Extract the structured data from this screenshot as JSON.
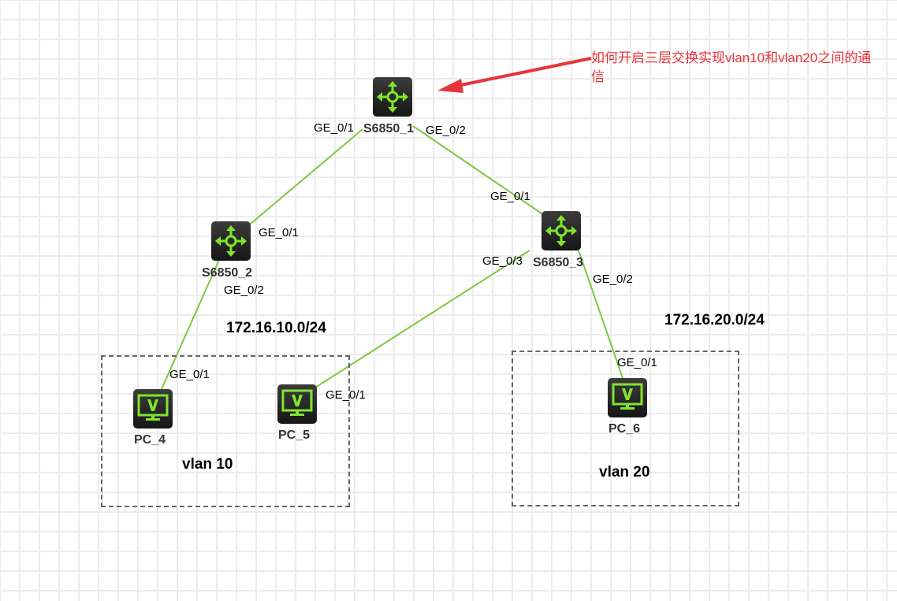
{
  "annotation": {
    "text": "如何开启三层交换实现vlan10和vlan20之间的通信",
    "color": "#e8333a"
  },
  "devices": {
    "s1": {
      "name": "S6850_1",
      "icon": "switch-icon"
    },
    "s2": {
      "name": "S6850_2",
      "icon": "switch-icon"
    },
    "s3": {
      "name": "S6850_3",
      "icon": "switch-icon"
    },
    "pc4": {
      "name": "PC_4",
      "icon": "pc-icon"
    },
    "pc5": {
      "name": "PC_5",
      "icon": "pc-icon"
    },
    "pc6": {
      "name": "PC_6",
      "icon": "pc-icon"
    }
  },
  "ports": {
    "s1_p1": "GE_0/1",
    "s1_p2": "GE_0/2",
    "s2_p1": "GE_0/1",
    "s2_p2": "GE_0/2",
    "s3_p1": "GE_0/1",
    "s3_p2": "GE_0/2",
    "s3_p3": "GE_0/3",
    "pc4_p1": "GE_0/1",
    "pc5_p1": "GE_0/1",
    "pc6_p1": "GE_0/1"
  },
  "networks": {
    "net10": "172.16.10.0/24",
    "net20": "172.16.20.0/24"
  },
  "vlans": {
    "vlan10": "vlan 10",
    "vlan20": "vlan 20"
  },
  "colors": {
    "link": "#7dc940",
    "icon": "#7fe52a"
  }
}
